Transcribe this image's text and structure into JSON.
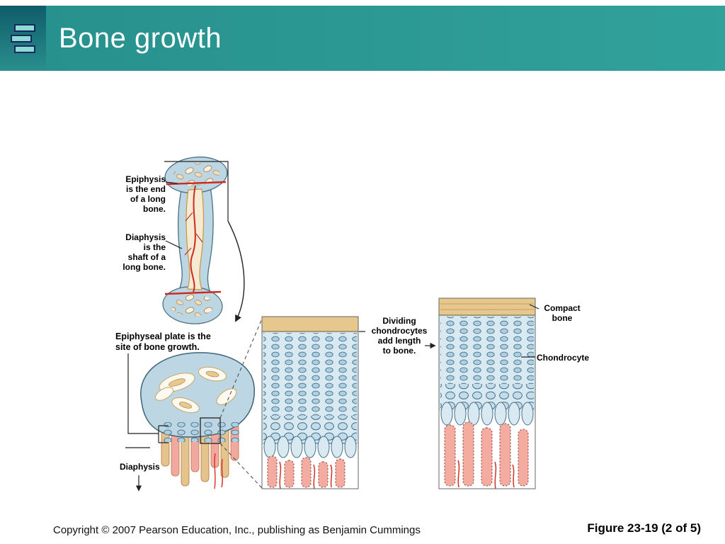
{
  "header": {
    "title": "Bone growth"
  },
  "diagram": {
    "labels": {
      "epiphysis": "Epiphysis\nis the end\nof a long\nbone.",
      "diaphysis": "Diaphysis\nis the\nshaft of a\nlong bone.",
      "epiphyseal_plate": "Epiphyseal plate is the\nsite of bone growth.",
      "diaphysis_bottom": "Diaphysis",
      "dividing_chondrocytes": "Dividing\nchondrocytes\nadd length\nto bone.",
      "compact_bone": "Compact\nbone",
      "chondrocyte": "Chondrocyte"
    },
    "colors": {
      "header_teal": "#2E9C98",
      "header_dark_teal": "#145F6B",
      "logo_bar_fill": "#8FD9D4",
      "bone_blue": "#BCD6E4",
      "cartilage_blue": "#D8E9F2",
      "cell_outline_blue": "#48708A",
      "compact_bone_tan": "#E6C78E",
      "marrow_pink": "#F4ABA0",
      "vessel_red": "#CC2A1E"
    }
  },
  "footer": {
    "copyright": "Copyright © 2007 Pearson Education, Inc., publishing as Benjamin Cummings",
    "figure": "Figure 23-19 (2 of 5)"
  }
}
